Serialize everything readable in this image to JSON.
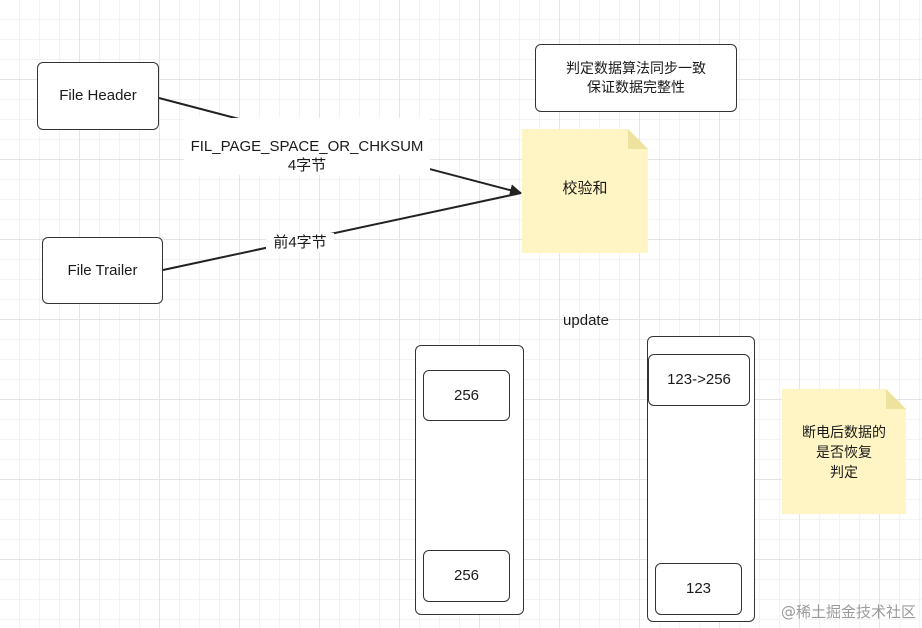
{
  "nodes": {
    "file_header": "File Header",
    "file_trailer": "File Trailer",
    "purpose": "判定数据算法同步一致\n保证数据完整性",
    "checksum": "校验和",
    "recovery": "断电后数据的\n是否恢复\n判定"
  },
  "edges": {
    "header_to_checksum": "FIL_PAGE_SPACE_OR_CHKSUM\n4字节",
    "trailer_to_checksum": "前4字节"
  },
  "update_label": "update",
  "before_page": {
    "top": "256",
    "bottom": "256"
  },
  "after_page": {
    "top": "123->256",
    "bottom": "123"
  },
  "watermark": "@稀土掘金技术社区",
  "colors": {
    "note_fill": "#fff4c3",
    "stroke": "#333333"
  }
}
